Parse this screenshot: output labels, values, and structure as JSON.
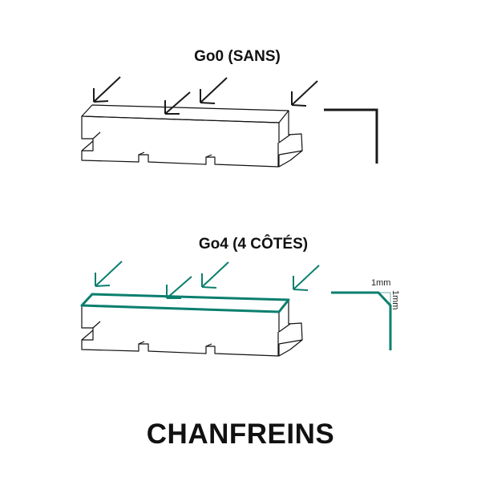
{
  "diagram": {
    "title": "CHANFREINS",
    "variants": [
      {
        "label": "Go0 (SANS)",
        "color": "#1a1a1a"
      },
      {
        "label": "Go4 (4 CÔTÉS)",
        "color": "#0a7f6e"
      }
    ],
    "chamfer_dims": {
      "horizontal": "1mm",
      "vertical": "1mm"
    }
  }
}
